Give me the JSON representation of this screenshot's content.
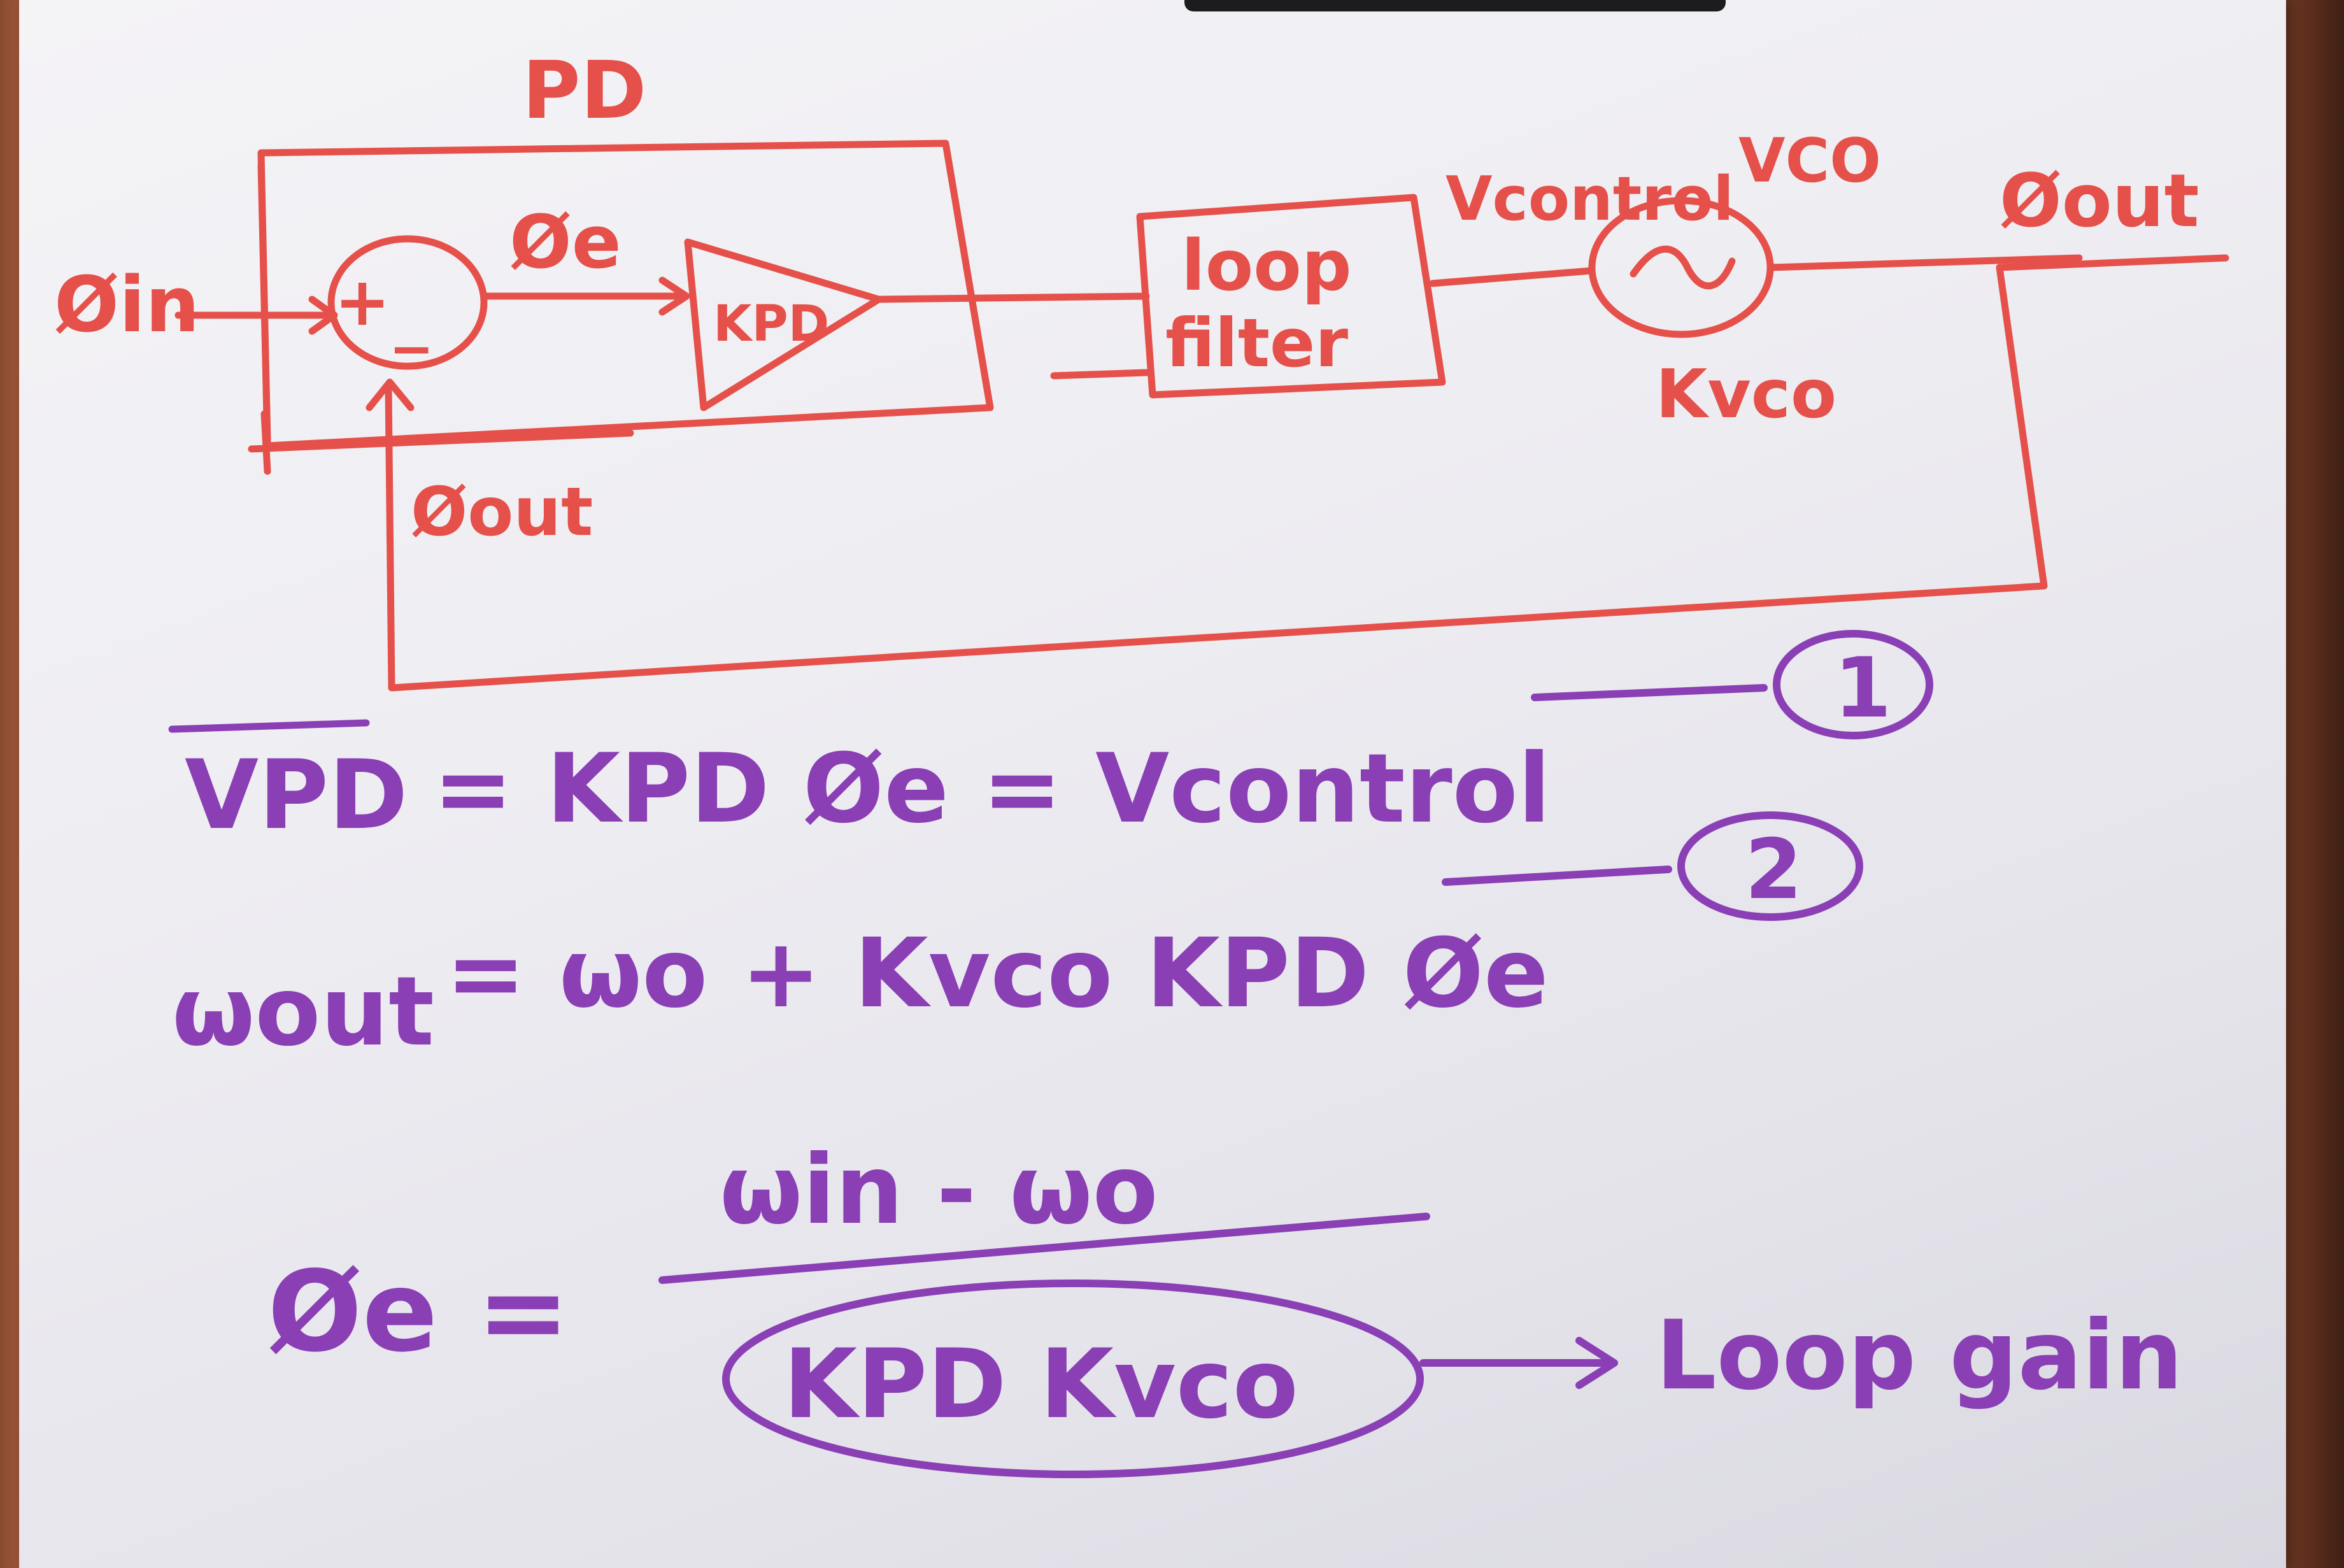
{
  "diagram": {
    "pd_label": "PD",
    "phi_in": "Øin",
    "plus_sign": "+",
    "minus_sign": "_",
    "phi_e_top": "Øe",
    "kpd_label": "KPD",
    "loop_filter_line1": "loop",
    "loop_filter_line2": "filter",
    "vcontrol_label": "Vcontrol",
    "vco_label": "VCO",
    "vco_symbol": "~",
    "kvco_label": "Kvco",
    "phi_out_right": "Øout",
    "phi_out_feedback": "Øout"
  },
  "equations": {
    "eq1_lhs": "VPD",
    "eq1_rhs": "= KPD Øe = Vcontrol",
    "eq1_number": "1",
    "eq2_lhs": "ωout",
    "eq2_rhs": "= ωo + Kvco KPD Øe",
    "eq2_number": "2",
    "eq3_lhs": "Øe =",
    "eq3_numerator": "ωin - ωo",
    "eq3_denominator": "KPD Kvco",
    "loop_gain_label": "Loop gain"
  },
  "colors": {
    "red_ink": "#e5514a",
    "purple_ink": "#8a3fb5",
    "paper": "#f0eff4"
  }
}
